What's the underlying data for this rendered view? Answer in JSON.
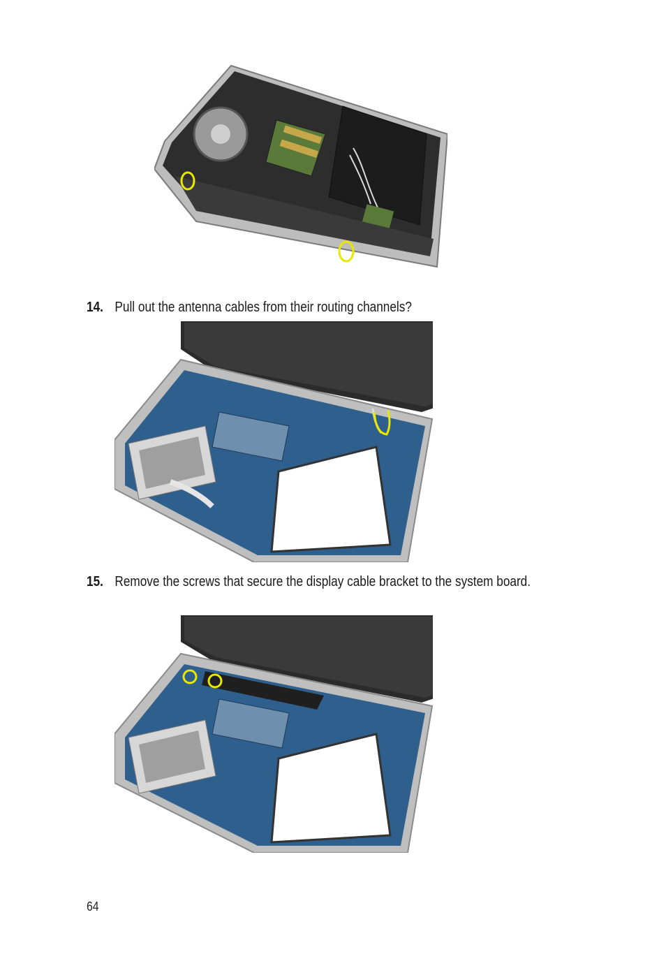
{
  "figures": [
    {
      "type": "photo",
      "subject": "laptop base, bottom view, hinge screws circled"
    },
    {
      "type": "photo",
      "subject": "laptop system board, antenna cables highlighted"
    },
    {
      "type": "photo",
      "subject": "laptop system board, display cable bracket screws circled"
    }
  ],
  "steps": [
    {
      "number": "14.",
      "text": "Pull out the antenna cables from their routing channels?"
    },
    {
      "number": "15.",
      "text": "Remove the screws that secure the display cable bracket to the system board."
    }
  ],
  "page_number": "64",
  "colors": {
    "callout": "#e8e800",
    "board": "#2f5f8c",
    "chassis": "#c9c9c9",
    "dark_chassis": "#2a2a2a"
  }
}
